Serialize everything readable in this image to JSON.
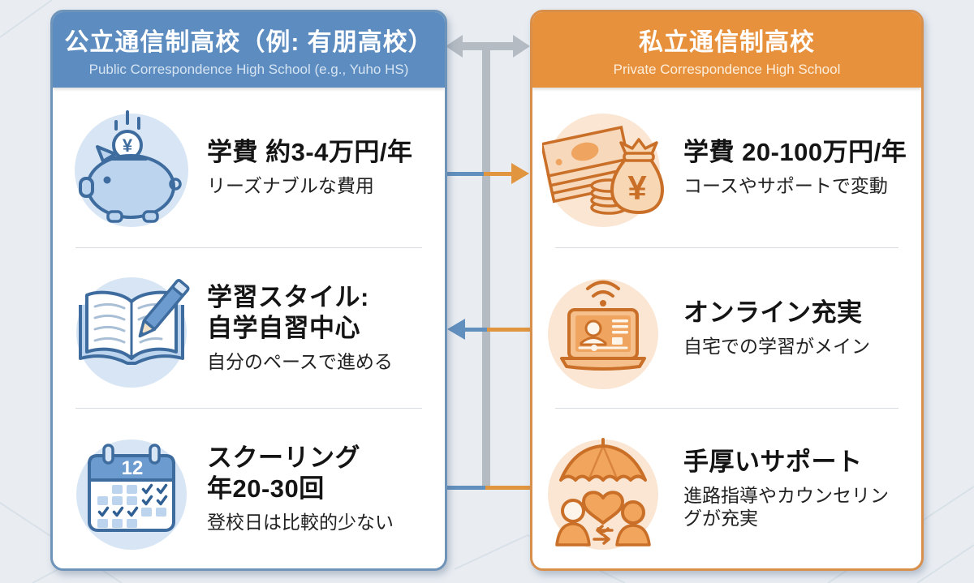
{
  "page": {
    "background": "#E9EDF2"
  },
  "connectors": {
    "gray": "#B4BBC3",
    "blue": "#6290BE",
    "orange": "#E2953F"
  },
  "left_panel": {
    "accent": "#5C8CC0",
    "border": "#6F94B9",
    "icon_circle": "#D7E5F4",
    "title": "公立通信制高校（例: 有朋高校）",
    "subtitle": "Public Correspondence High School (e.g., Yuho HS)",
    "rows": [
      {
        "icon": "piggy-bank-icon",
        "symbol": "¥",
        "heading": "学費 約3-4万円/年",
        "desc": "リーズナブルな費用"
      },
      {
        "icon": "open-book-pencil-icon",
        "heading": "学習スタイル:\n自学自習中心",
        "desc": "自分のペースで進める"
      },
      {
        "icon": "calendar-icon",
        "calendar_label": "12",
        "heading": "スクーリング\n年20-30回",
        "desc": "登校日は比較的少ない"
      }
    ]
  },
  "right_panel": {
    "accent": "#E8913C",
    "border": "#D98F4C",
    "icon_circle": "#FAE6D3",
    "title": "私立通信制高校",
    "subtitle": "Private Correspondence High School",
    "rows": [
      {
        "icon": "money-bag-icon",
        "symbol": "¥",
        "heading": "学費 20-100万円/年",
        "desc": "コースやサポートで変動"
      },
      {
        "icon": "online-laptop-icon",
        "heading": "オンライン充実",
        "desc": "自宅での学習がメイン"
      },
      {
        "icon": "umbrella-support-icon",
        "heading": "手厚いサポート",
        "desc": "進路指導やカウンセリン\nグが充実"
      }
    ]
  }
}
